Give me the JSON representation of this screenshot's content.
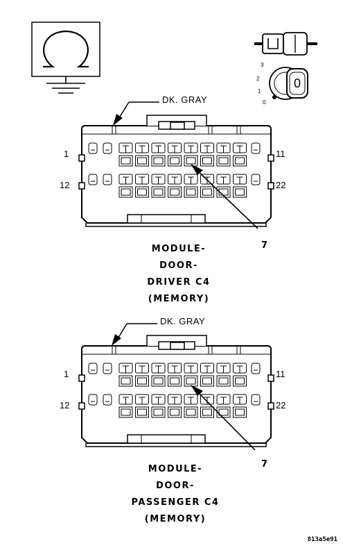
{
  "connectors": [
    {
      "id": "driver",
      "wire_label": "DK. GRAY",
      "pin_labels": {
        "top_left": "1",
        "top_right": "11",
        "bottom_left": "12",
        "bottom_right": "22"
      },
      "callout": "7",
      "title_lines": [
        "MODULE-",
        "DOOR-",
        "DRIVER C4",
        "(MEMORY)"
      ]
    },
    {
      "id": "passenger",
      "wire_label": "DK. GRAY",
      "pin_labels": {
        "top_left": "1",
        "top_right": "11",
        "bottom_left": "12",
        "bottom_right": "22"
      },
      "callout": "7",
      "title_lines": [
        "MODULE-",
        "DOOR-",
        "PASSENGER C4",
        "(MEMORY)"
      ]
    }
  ],
  "ignition_positions": [
    "3",
    "2",
    "1",
    "0"
  ],
  "ignition_key_label": "0",
  "figure_code": "813a5e91",
  "icons": {
    "ground_symbol": "ground-icon",
    "connector_symbol": "connector-plug-icon",
    "ignition_symbol": "ignition-key-icon"
  }
}
